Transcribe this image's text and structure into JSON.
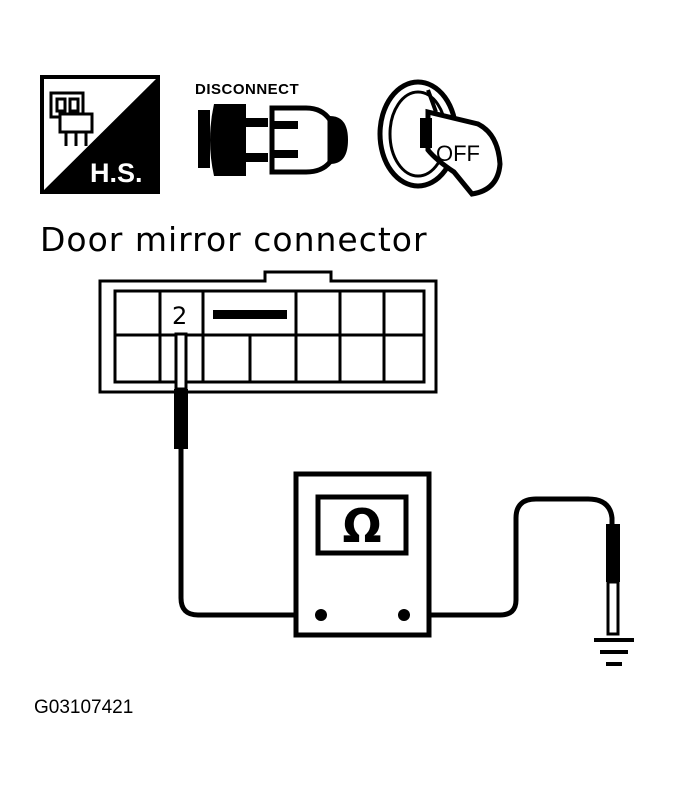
{
  "icons": {
    "harness_side": {
      "label": "H.S."
    },
    "disconnect": {
      "label": "DISCONNECT"
    },
    "ignition_key": {
      "label": "OFF"
    }
  },
  "connector": {
    "title": "Door mirror connector",
    "pin_label": "2"
  },
  "ohmmeter": {
    "symbol": "Ω"
  },
  "figure_code": "G03107421"
}
